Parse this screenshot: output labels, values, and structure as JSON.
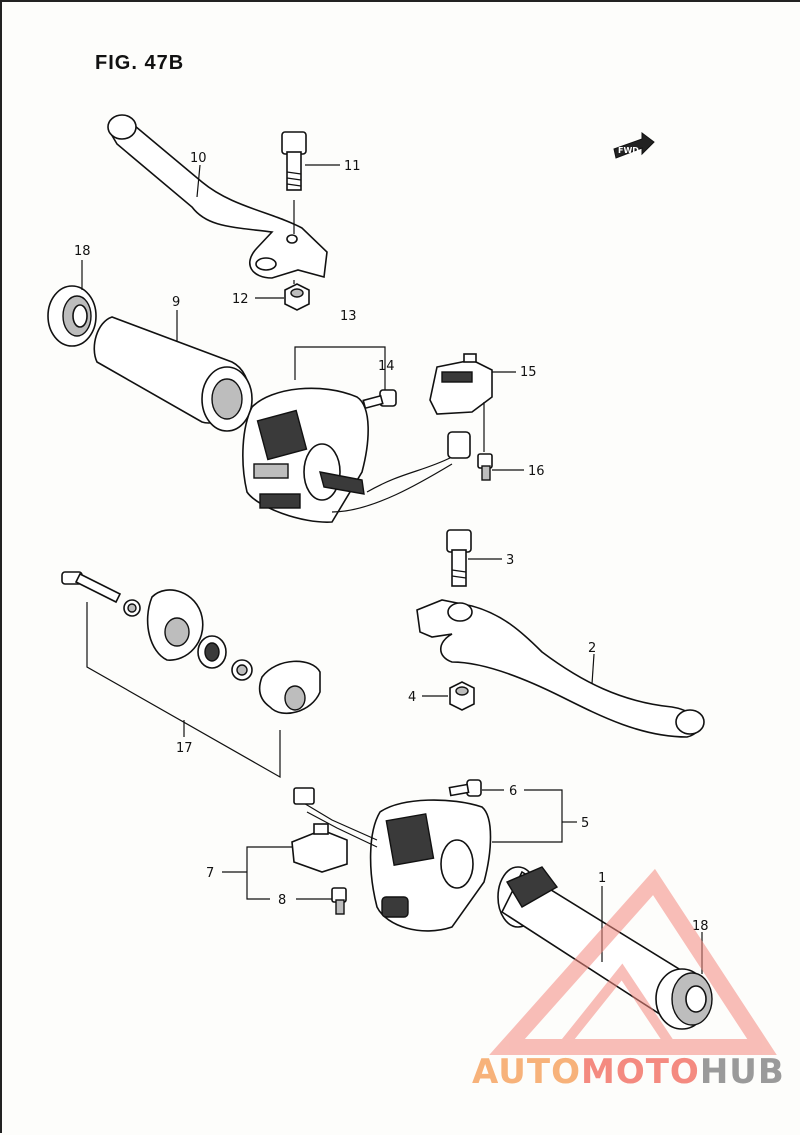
{
  "figure": {
    "title": "FIG. 47B",
    "fwd_label": "FWD"
  },
  "callouts": {
    "c1": "1",
    "c2": "2",
    "c3": "3",
    "c4": "4",
    "c5": "5",
    "c6": "6",
    "c7": "7",
    "c8": "8",
    "c9": "9",
    "c10": "10",
    "c11": "11",
    "c12": "12",
    "c13": "13",
    "c14": "14",
    "c15": "15",
    "c16": "16",
    "c17": "17",
    "c18a": "18",
    "c18b": "18"
  },
  "watermark": {
    "part1": "AUTO",
    "part2": "MOTO",
    "part3": "HUB"
  },
  "colors": {
    "watermark_orange": "#f7b27a",
    "watermark_red": "#f48a80",
    "watermark_gray": "#9a9a9a"
  }
}
